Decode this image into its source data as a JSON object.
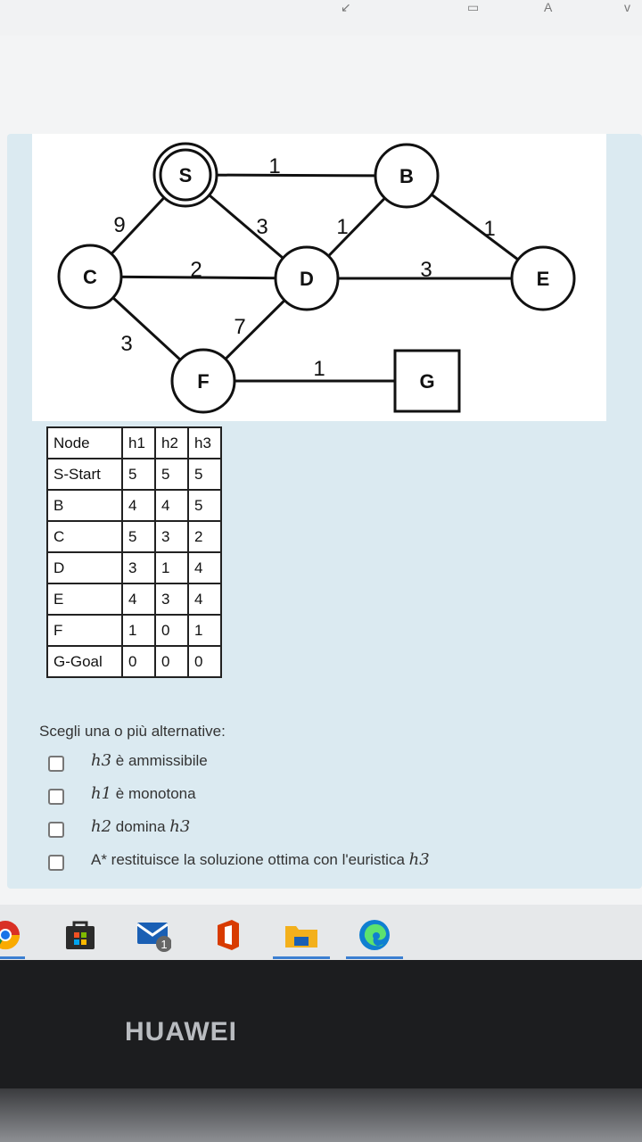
{
  "graph": {
    "nodes": [
      {
        "id": "S",
        "label": "S",
        "shape": "double-circle"
      },
      {
        "id": "B",
        "label": "B",
        "shape": "circle"
      },
      {
        "id": "C",
        "label": "C",
        "shape": "circle"
      },
      {
        "id": "D",
        "label": "D",
        "shape": "circle"
      },
      {
        "id": "E",
        "label": "E",
        "shape": "circle"
      },
      {
        "id": "F",
        "label": "F",
        "shape": "circle"
      },
      {
        "id": "G",
        "label": "G",
        "shape": "square"
      }
    ],
    "edges": [
      {
        "from": "S",
        "to": "B",
        "cost": "1"
      },
      {
        "from": "S",
        "to": "C",
        "cost": "9"
      },
      {
        "from": "S",
        "to": "D",
        "cost": "3"
      },
      {
        "from": "B",
        "to": "D",
        "cost": "1"
      },
      {
        "from": "B",
        "to": "E",
        "cost": "1"
      },
      {
        "from": "C",
        "to": "D",
        "cost": "2"
      },
      {
        "from": "D",
        "to": "E",
        "cost": "3"
      },
      {
        "from": "C",
        "to": "F",
        "cost": "3"
      },
      {
        "from": "D",
        "to": "F",
        "cost": "7"
      },
      {
        "from": "F",
        "to": "G",
        "cost": "1"
      }
    ]
  },
  "table": {
    "headers": [
      "Node",
      "h1",
      "h2",
      "h3"
    ],
    "rows": [
      [
        "S-Start",
        "5",
        "5",
        "5"
      ],
      [
        "B",
        "4",
        "4",
        "5"
      ],
      [
        "C",
        "5",
        "3",
        "2"
      ],
      [
        "D",
        "3",
        "1",
        "4"
      ],
      [
        "E",
        "4",
        "3",
        "4"
      ],
      [
        "F",
        "1",
        "0",
        "1"
      ],
      [
        "G-Goal",
        "0",
        "0",
        "0"
      ]
    ]
  },
  "question": {
    "prompt": "Scegli una o più alternative:",
    "options": [
      {
        "math": "h3",
        "text": " è ammissibile"
      },
      {
        "math": "h1",
        "text": " è monotona"
      },
      {
        "math": "h2",
        "text": " domina ",
        "math2": "h3"
      },
      {
        "text": "A* restituisce la soluzione ottima con l'euristica ",
        "math2": "h3"
      }
    ]
  },
  "taskbar": {
    "icons": [
      "chrome-icon",
      "store-icon",
      "mail-icon",
      "office-icon",
      "file-explorer-icon",
      "edge-icon"
    ],
    "mail_badge": "1"
  },
  "laptop": {
    "brand": "HUAWEI"
  },
  "colors": {
    "card": "#dbeaf1",
    "accent": "#3b7fd1"
  }
}
